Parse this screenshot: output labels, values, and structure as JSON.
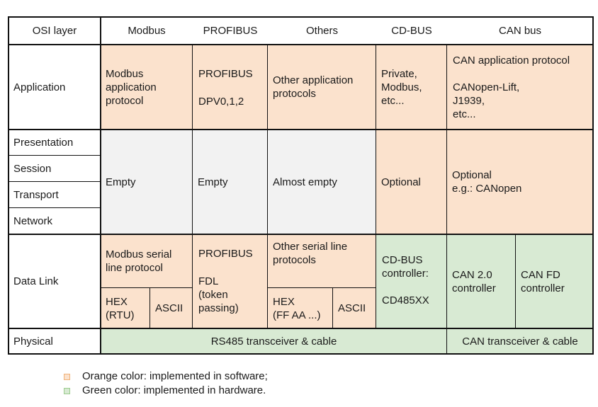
{
  "colors": {
    "software": "#fbe2cd",
    "hardware": "#d8ead3",
    "empty": "#f2f2f2",
    "grid": "#111111"
  },
  "header": {
    "osi_layer": "OSI layer",
    "modbus": "Modbus",
    "profibus": "PROFIBUS",
    "others": "Others",
    "cdbus": "CD-BUS",
    "canbus": "CAN bus"
  },
  "layers": {
    "application": "Application",
    "presentation": "Presentation",
    "session": "Session",
    "transport": "Transport",
    "network": "Network",
    "data_link": "Data Link",
    "physical": "Physical"
  },
  "application": {
    "modbus": "Modbus\napplication\nprotocol",
    "profibus_title": "PROFIBUS",
    "profibus_sub": "DPV0,1,2",
    "others": "Other application\nprotocols",
    "cdbus": "Private,\nModbus,\netc...",
    "canbus_title": "CAN application protocol",
    "canbus_sub": "CANopen-Lift,\nJ1939,\netc..."
  },
  "middle": {
    "modbus": "Empty",
    "profibus": "Empty",
    "others": "Almost empty",
    "cdbus": "Optional",
    "canbus": "Optional\ne.g.: CANopen"
  },
  "data_link": {
    "modbus_top": "Modbus serial\nline protocol",
    "modbus_hex": "HEX\n(RTU)",
    "modbus_ascii": "ASCII",
    "profibus_title": "PROFIBUS",
    "profibus_sub": "FDL\n(token\npassing)",
    "others_top": "Other serial line\nprotocols",
    "others_hex": "HEX\n(FF AA ...)",
    "others_ascii": "ASCII",
    "cdbus_title": "CD-BUS\ncontroller:",
    "cdbus_sub": "CD485XX",
    "can20": "CAN 2.0\ncontroller",
    "canfd": "CAN FD\ncontroller"
  },
  "physical": {
    "rs485": "RS485 transceiver & cable",
    "can": "CAN transceiver & cable"
  },
  "legend": {
    "software": "Orange color: implemented in software;",
    "hardware": "Green color: implemented in hardware."
  }
}
